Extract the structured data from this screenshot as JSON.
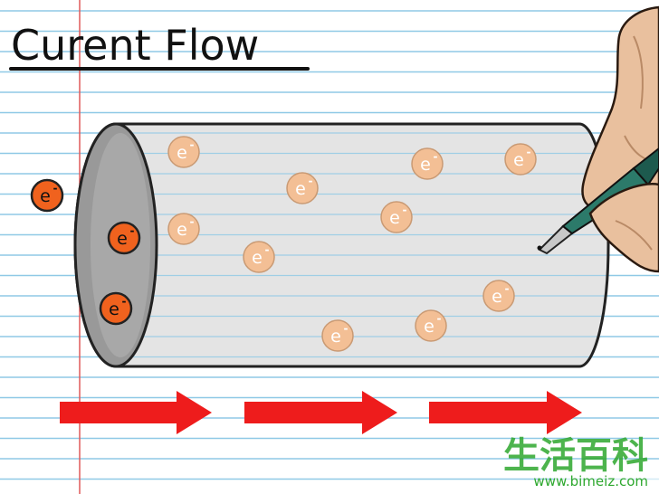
{
  "title": "Curent Flow",
  "electron_label": "e",
  "electron_charge": "-",
  "watermark": {
    "chinese": "生活百科",
    "url": "www.bimeiz.com"
  },
  "colors": {
    "paper_line": "#8fc9e6",
    "margin_line": "#e05a5a",
    "tube_fill": "#e4e4e4",
    "tube_stroke": "#222222",
    "electron_outer_fill": "#f0621e",
    "electron_inner_fill": "#f3bf95",
    "arrow": "#ee1c1c",
    "watermark_green": "#2fa82f"
  },
  "icons": [
    "hand-icon",
    "pen-icon"
  ]
}
